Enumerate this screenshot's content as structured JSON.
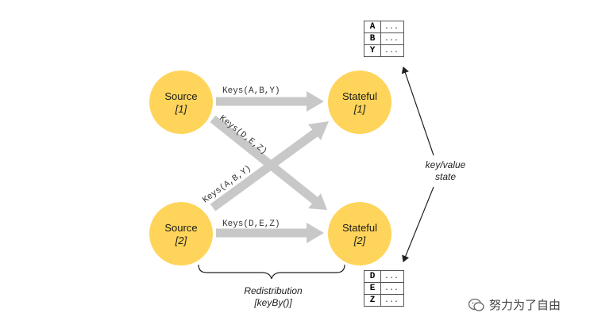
{
  "nodes": {
    "source1": {
      "name": "Source",
      "index": "[1]"
    },
    "source2": {
      "name": "Source",
      "index": "[2]"
    },
    "stateful1": {
      "name": "Stateful",
      "index": "[1]"
    },
    "stateful2": {
      "name": "Stateful",
      "index": "[2]"
    }
  },
  "edges": {
    "s1_to_st1": "Keys(A,B,Y)",
    "s1_to_st2": "Keys(D,E,Z)",
    "s2_to_st1": "Keys(A,B,Y)",
    "s2_to_st2": "Keys(D,E,Z)"
  },
  "state_tables": {
    "top": [
      {
        "key": "A",
        "value": "..."
      },
      {
        "key": "B",
        "value": "..."
      },
      {
        "key": "Y",
        "value": "..."
      }
    ],
    "bottom": [
      {
        "key": "D",
        "value": "..."
      },
      {
        "key": "E",
        "value": "..."
      },
      {
        "key": "Z",
        "value": "..."
      }
    ]
  },
  "kv_label": {
    "line1": "key/value",
    "line2": "state"
  },
  "redistribution": {
    "line1": "Redistribution",
    "line2": "[keyBy()]"
  },
  "watermark": "努力为了自由",
  "colors": {
    "node": "#ffd45a",
    "arrow": "#c8c8c8",
    "line": "#222222"
  }
}
